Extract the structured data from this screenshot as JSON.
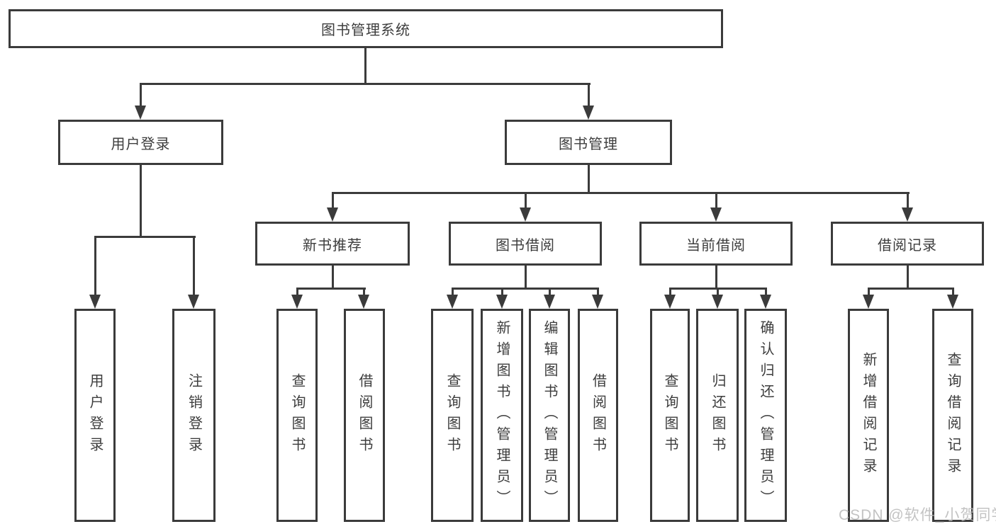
{
  "tree": {
    "label": "图书管理系统",
    "children": [
      {
        "label": "用户登录",
        "children": [
          {
            "label": "用户登录"
          },
          {
            "label": "注销登录"
          }
        ]
      },
      {
        "label": "图书管理",
        "children": [
          {
            "label": "新书推荐",
            "children": [
              {
                "label": "查询图书"
              },
              {
                "label": "借阅图书"
              }
            ]
          },
          {
            "label": "图书借阅",
            "children": [
              {
                "label": "查询图书"
              },
              {
                "label": "新增图书（管理员）"
              },
              {
                "label": "编辑图书（管理员）"
              },
              {
                "label": "借阅图书"
              }
            ]
          },
          {
            "label": "当前借阅",
            "children": [
              {
                "label": "查询图书"
              },
              {
                "label": "归还图书"
              },
              {
                "label": "确认归还（管理员）"
              }
            ]
          },
          {
            "label": "借阅记录",
            "children": [
              {
                "label": "新增借阅记录"
              },
              {
                "label": "查询借阅记录"
              }
            ]
          }
        ]
      }
    ]
  },
  "watermark": {
    "text": "CSDN @软件_小贺同学"
  },
  "colors": {
    "line": "#3b3b3b",
    "text": "#3d3d3d",
    "background": "#ffffff",
    "watermark": "#b9b9b9"
  }
}
